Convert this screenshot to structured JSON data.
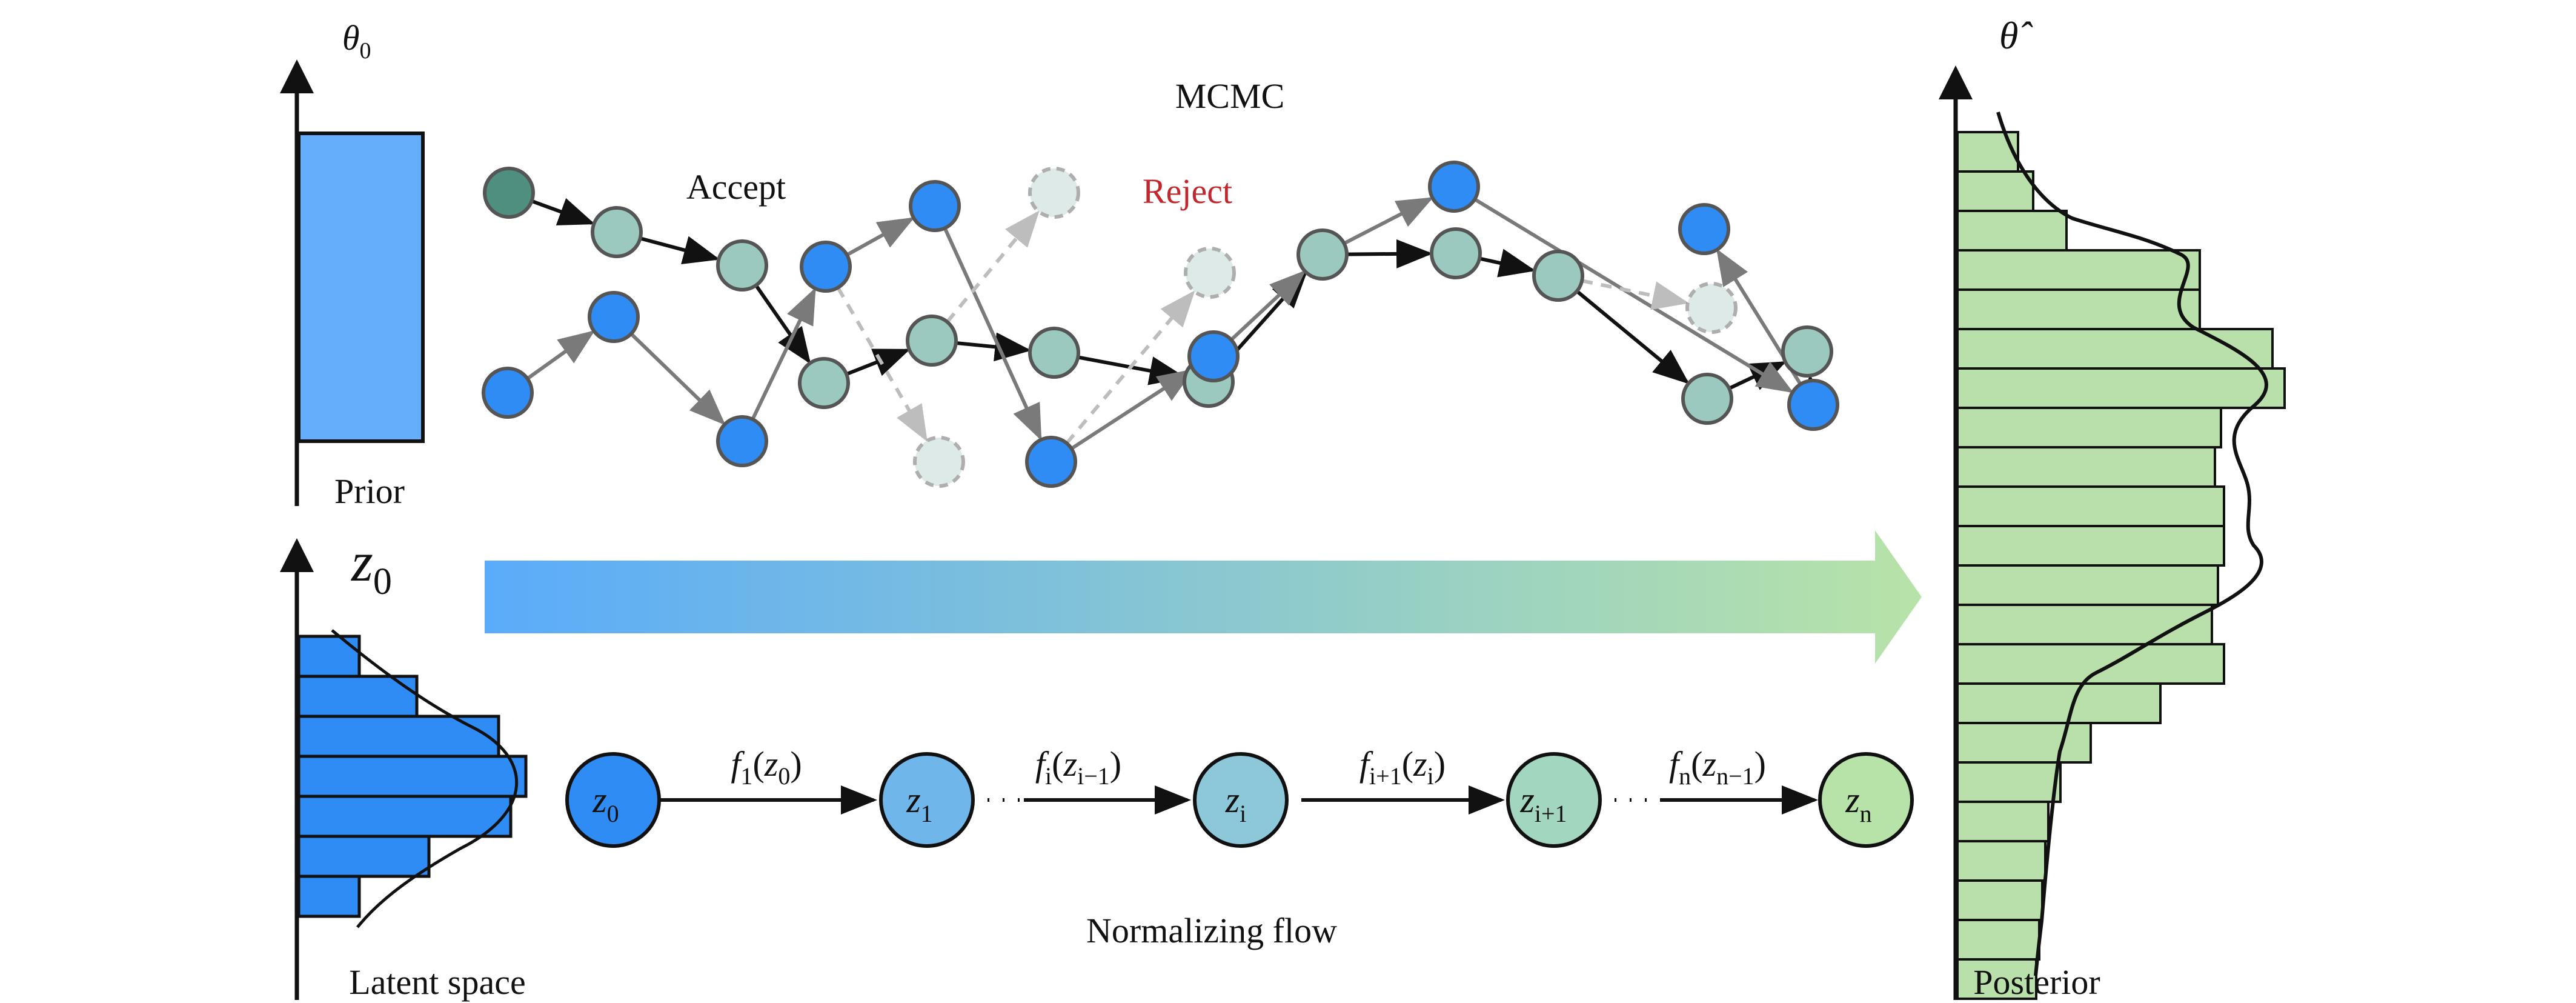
{
  "labels": {
    "theta0_base": "θ",
    "theta0_sub": "0",
    "theta_hat": "θ̂",
    "z0_axis": "z",
    "z0_axis_sub": "0",
    "prior": "Prior",
    "latent_space": "Latent space",
    "mcmc": "MCMC",
    "accept": "Accept",
    "reject": "Reject",
    "normalizing_flow": "Normalizing flow",
    "posterior": "Posterior"
  },
  "flow_nodes": [
    {
      "base": "z",
      "sub": "0"
    },
    {
      "base": "z",
      "sub": "1"
    },
    {
      "base": "z",
      "sub": "i"
    },
    {
      "base": "z",
      "sub": "i+1"
    },
    {
      "base": "z",
      "sub": "n"
    }
  ],
  "flow_edges": [
    {
      "f": "f",
      "fsub": "1",
      "arg": "z",
      "argsub": "0"
    },
    {
      "f": "f",
      "fsub": "i",
      "arg": "z",
      "argsub": "i−1"
    },
    {
      "f": "f",
      "fsub": "i+1",
      "arg": "z",
      "argsub": "i"
    },
    {
      "f": "f",
      "fsub": "n",
      "arg": "z",
      "argsub": "n−1"
    }
  ],
  "colors": {
    "blue": "#2f8cf5",
    "teal": "#9cc9bf",
    "dark_teal": "#4f8f80",
    "reject_fill": "#d6e6e2",
    "reject_text": "#c0282d",
    "prior_fill": "#64aefc",
    "hist_blue": "#2f8cf5",
    "hist_green": "#b9e0aa",
    "gradient_start": "#5aabfa",
    "gradient_end": "#b8e3a8"
  },
  "icons": {
    "mcmc_node": "circle",
    "flow_node": "circle"
  }
}
